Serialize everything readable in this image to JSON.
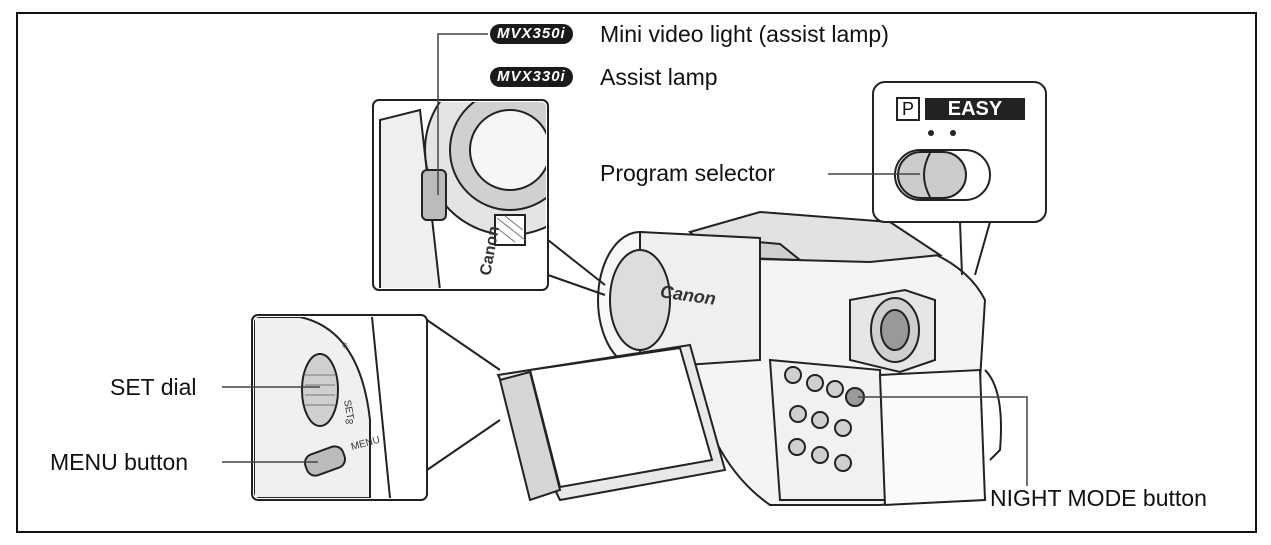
{
  "models": [
    {
      "badge": "MVX350i",
      "description": "Mini video light (assist lamp)"
    },
    {
      "badge": "MVX330i",
      "description": "Assist lamp"
    }
  ],
  "callouts": {
    "program_selector": "Program selector",
    "set_dial": "SET dial",
    "menu_button": "MENU button",
    "night_mode_button": "NIGHT MODE button"
  },
  "switch_labels": {
    "p": "P",
    "easy": "EASY"
  },
  "brand_text": "Canon",
  "dial_text": "SET",
  "menu_text": "MENU"
}
